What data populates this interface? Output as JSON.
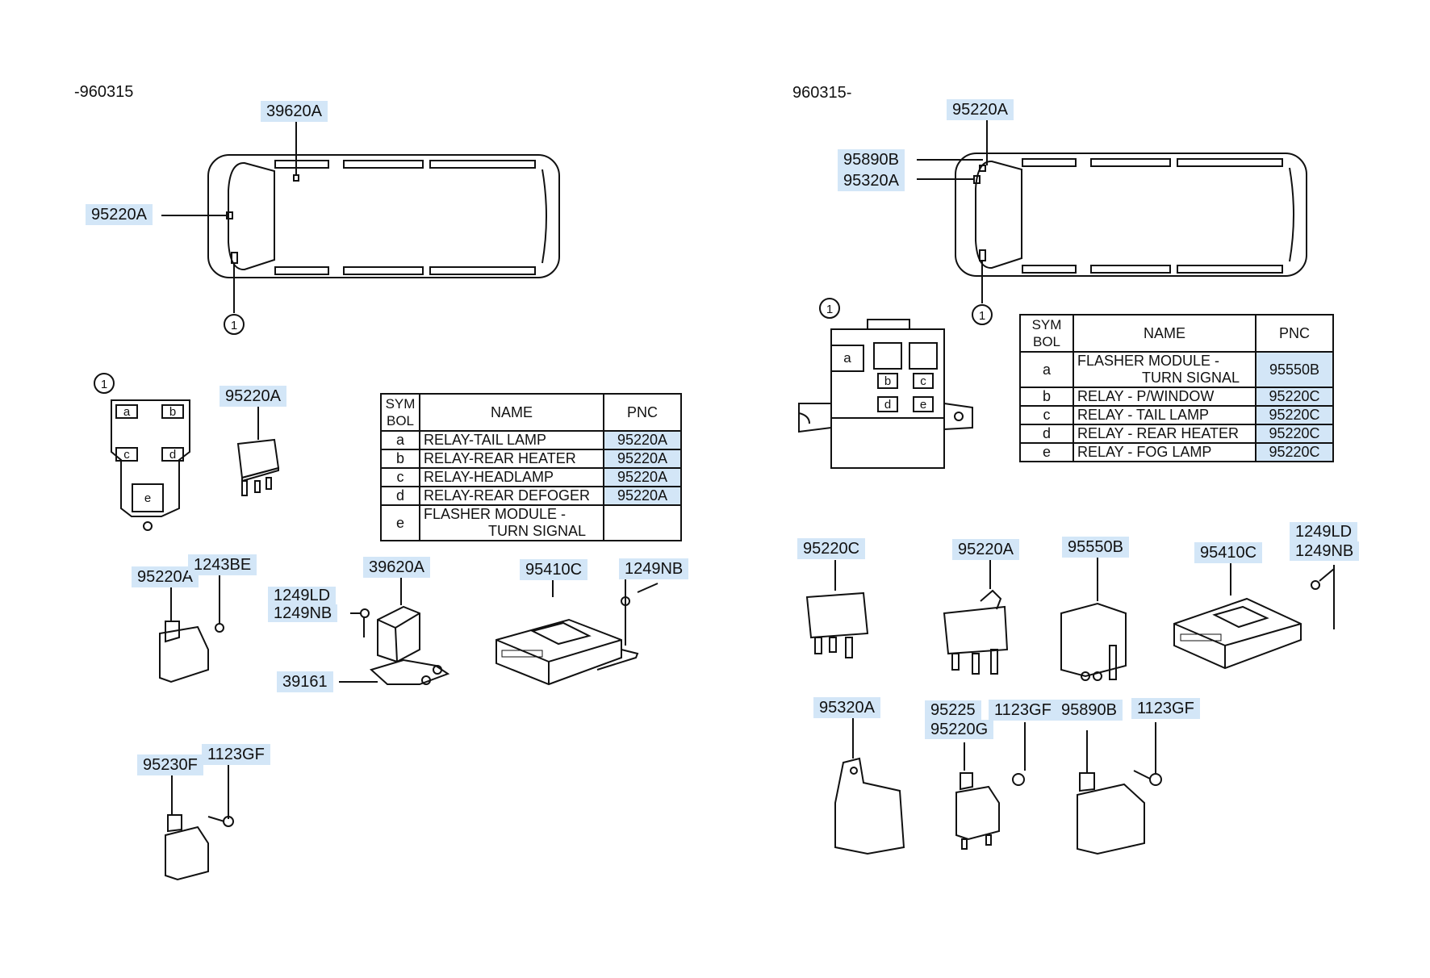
{
  "left": {
    "period": "-960315",
    "car_labels": {
      "top": "39620A",
      "side": "95220A"
    },
    "callout": "1",
    "relay_box": {
      "callout": "1",
      "letters": [
        "a",
        "b",
        "c",
        "d",
        "e"
      ]
    },
    "relay_label": "95220A",
    "table": {
      "headers": {
        "sym1": "SYM",
        "sym2": "BOL",
        "name": "NAME",
        "pnc": "PNC"
      },
      "rows": [
        {
          "sym": "a",
          "name": "RELAY-TAIL LAMP",
          "pnc": "95220A"
        },
        {
          "sym": "b",
          "name": "RELAY-REAR HEATER",
          "pnc": "95220A"
        },
        {
          "sym": "c",
          "name": "RELAY-HEADLAMP",
          "pnc": "95220A"
        },
        {
          "sym": "d",
          "name": "RELAY-REAR DEFOGER",
          "pnc": "95220A"
        },
        {
          "sym": "e",
          "name": "FLASHER MODULE -",
          "name2": "TURN SIGNAL",
          "pnc": ""
        }
      ]
    },
    "parts": {
      "relay_bracket": "95220A",
      "relay_bolt": "1243BE",
      "horn_part": "39620A",
      "horn_screw1": "1249LD",
      "horn_screw2": "1249NB",
      "horn_harness": "39161",
      "module": "95410C",
      "module_screw": "1249NB",
      "small_relay": "95230F",
      "small_bolt": "1123GF"
    }
  },
  "right": {
    "period": "960315-",
    "car_labels": {
      "top": "95220A",
      "upper": "95890B",
      "lower": "95320A"
    },
    "callout": "1",
    "relay_box": {
      "callout": "1",
      "letters": [
        "a",
        "b",
        "c",
        "d",
        "e"
      ]
    },
    "table": {
      "headers": {
        "sym1": "SYM",
        "sym2": "BOL",
        "name": "NAME",
        "pnc": "PNC"
      },
      "rows": [
        {
          "sym": "a",
          "name": "FLASHER MODULE -",
          "name2": "TURN SIGNAL",
          "pnc": "95550B"
        },
        {
          "sym": "b",
          "name": "RELAY - P/WINDOW",
          "pnc": "95220C"
        },
        {
          "sym": "c",
          "name": "RELAY - TAIL LAMP",
          "pnc": "95220C"
        },
        {
          "sym": "d",
          "name": "RELAY - REAR HEATER",
          "pnc": "95220C"
        },
        {
          "sym": "e",
          "name": "RELAY - FOG LAMP",
          "pnc": "95220C"
        }
      ]
    },
    "parts": {
      "relay_c": "95220C",
      "relay_a": "95220A",
      "flasher": "95550B",
      "module": "95410C",
      "module_screw1": "1249LD",
      "module_screw2": "1249NB",
      "relay_320": "95320A",
      "relay_225": "95225",
      "relay_220g": "95220G",
      "bolt_mid": "1123GF",
      "relay_890": "95890B",
      "bolt_right": "1123GF"
    }
  }
}
